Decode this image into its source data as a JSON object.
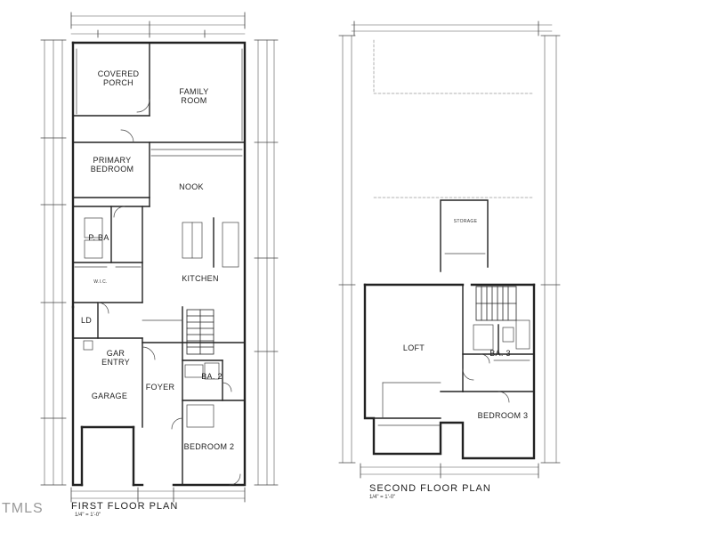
{
  "watermark": "TMLS",
  "first_floor": {
    "title": "FIRST FLOOR PLAN",
    "scale": "1/4\" = 1'-0\"",
    "rooms": {
      "covered_porch": "COVERED\nPORCH",
      "family_room": "FAMILY\nROOM",
      "primary_bedroom": "PRIMARY\nBEDROOM",
      "nook": "NOOK",
      "p_ba": "P. BA",
      "kitchen": "KITCHEN",
      "wic": "W.I.C.",
      "laundry": "LD",
      "garage": "GARAGE",
      "gar_entry": "GAR\nENTRY",
      "foyer": "FOYER",
      "ba2": "BA. 2",
      "bedroom2": "BEDROOM 2"
    }
  },
  "second_floor": {
    "title": "SECOND FLOOR PLAN",
    "scale": "1/4\" = 1'-0\"",
    "rooms": {
      "loft": "LOFT",
      "ba3": "BA. 3",
      "bedroom3": "BEDROOM 3",
      "storage": "STORAGE"
    }
  }
}
